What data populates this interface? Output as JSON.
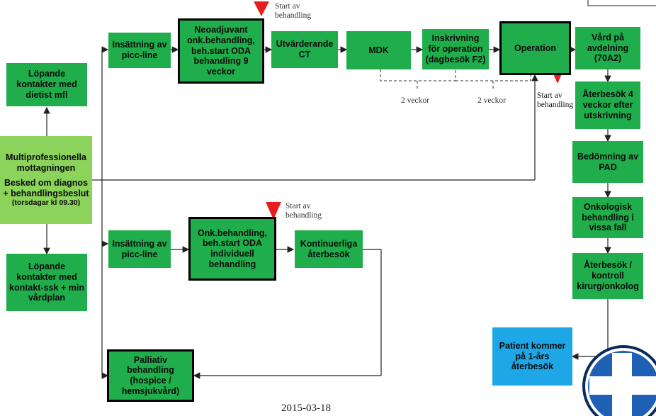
{
  "boxes": {
    "dietist": "Löpande\nkontakter med\ndietist mfl",
    "mp_title": "Multiprofessionella\nmottagningen",
    "mp_sub": "Besked om diagnos\n+ behandlingsbeslut",
    "mp_small": "(torsdagar kl 09.30)",
    "kontakt_ssk": "Löpande\nkontakter med\nkontakt-ssk + min\nvårdplan",
    "picc1": "Insättning av\npicc-line",
    "neoadj": "Neoadjuvant\nonk.behandling,\nbeh.start ODA\nbehandling 9\nveckor",
    "ct": "Utvärderande\nCT",
    "mdk": "MDK",
    "inskrivning": "Inskrivning\nför operation\n(dagbesök F2)",
    "operation": "Operation",
    "vard": "Vård på\navdelning\n(70A2)",
    "aterbesok4": "Återbesök 4\nveckor efter\nutskrivning",
    "pad": "Bedömning av\nPAD",
    "onkologisk": "Onkologisk\nbehandling i\nvissa fall",
    "kontroll": "Återbesök /\nkontroll\nkirurg/onkolog",
    "patient": "Patient kommer\npå 1-års\nåterbesök",
    "picc2": "Insättning av\npicc-line",
    "onk2": "Onk.behandling,\nbeh.start ODA\nindividuell\nbehandling",
    "kontinuerliga": "Kontinuerliga\nåterbesök",
    "palliativ": "Palliativ\nbehandling\n(hospice /\nhemsjukvård)"
  },
  "notes": {
    "start1": "Start av\nbehandling",
    "start2": "Start av\nbehandling",
    "start3": "Start av\nbehandling",
    "weeks1": "2 veckor",
    "weeks2": "2 veckor"
  },
  "footer": {
    "date": "2015-03-18"
  },
  "colors": {
    "box_green": "#1fae4b",
    "box_light_green": "#8bd35a",
    "box_blue": "#1ea7e6",
    "marker_red": "#e81c1c"
  }
}
